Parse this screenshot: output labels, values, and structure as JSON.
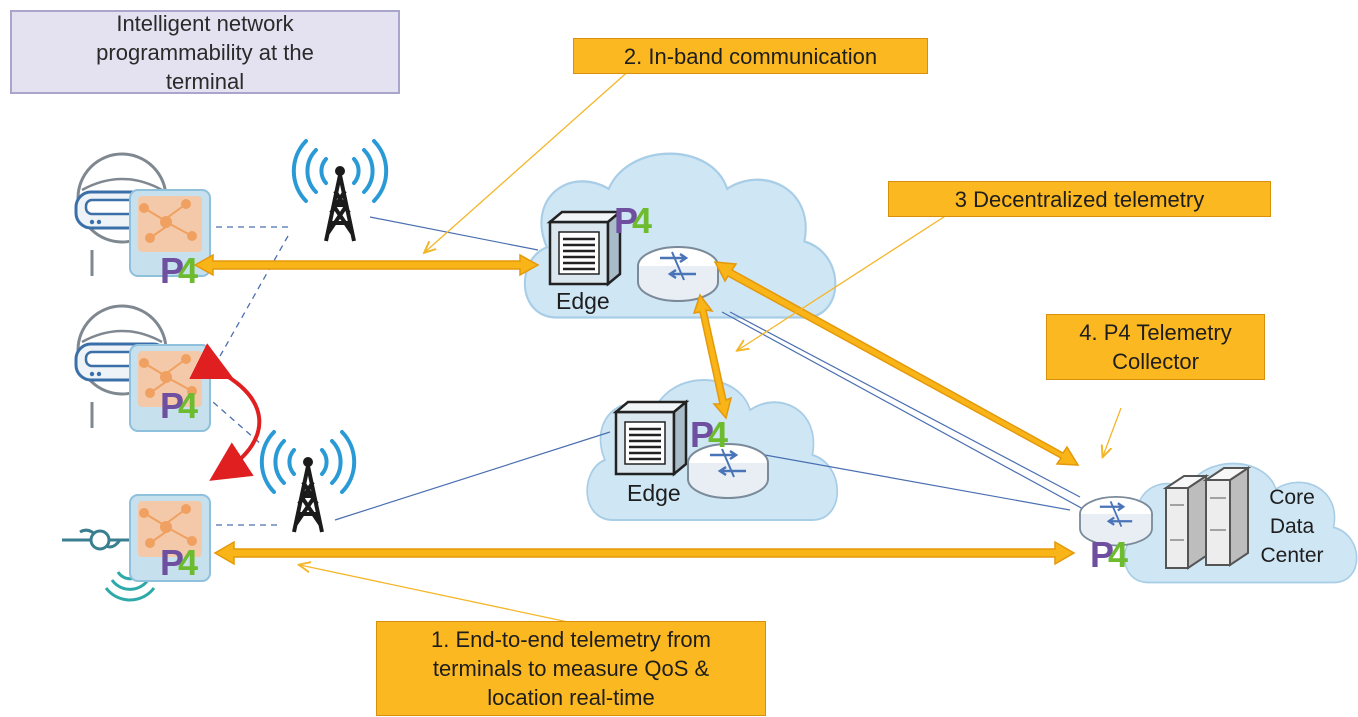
{
  "callouts": {
    "terminal": "Intelligent network programmability at the terminal",
    "inband": "2. In-band communication",
    "decentralized": "3 Decentralized telemetry",
    "collector": "4. P4 Telemetry Collector",
    "endtoend": "1. End-to-end telemetry from terminals to measure QoS & location real-time"
  },
  "clouds": {
    "edge_top_label": "Edge",
    "edge_mid_label": "Edge",
    "core_label": "Core Data Center"
  },
  "logo_text": "P4",
  "colors": {
    "cloud_fill": "#cfe6f4",
    "cloud_stroke": "#a8cde6",
    "callout_orange": "#fbb820",
    "callout_lavender": "#e4e2f1",
    "arrow_orange": "#f9b418",
    "handover_red": "#e02020",
    "p4_purple": "#6f4fa0",
    "p4_green": "#6dbb2e",
    "link_blue": "#4a6fb0"
  }
}
